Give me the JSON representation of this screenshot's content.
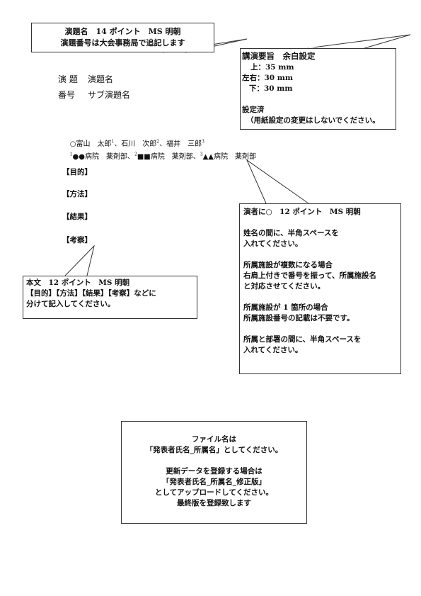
{
  "notes": {
    "title_box": [
      "演題名　14 ポイント　MS 明朝",
      "演題番号は大会事務局で追記します"
    ],
    "margin_box": {
      "heading": "講演要旨　余白設定",
      "top": "上：35 mm",
      "sides": "左右：30 mm",
      "bottom": "下：30 mm",
      "done": "設定済",
      "note": "（用紙設定の変更はしないでください。"
    },
    "author_box": [
      "演者に○　12 ポイント　MS 明朝",
      "",
      "姓名の間に、半角スペースを",
      "入れてください。",
      "",
      "所属施設が複数になる場合",
      "右肩上付きで番号を振って、所属施設名",
      "と対応させてください。",
      "",
      "所属施設が 1 箇所の場合",
      "所属施設番号の記載は不要です。",
      "",
      "所属と部署の間に、半角スペースを",
      "入れてください。"
    ],
    "body_box": [
      "本文　12 ポイント　MS 明朝",
      "【目的】【方法】【結果】【考察】などに",
      "分けて記入してください。"
    ],
    "file_box": [
      "ファイル名は",
      "「発表者氏名_所属名」としてください。",
      "",
      "更新データを登録する場合は",
      "「発表者氏名_所属名_修正版」",
      "としてアップロードしてください。",
      "最終版を登録致します"
    ]
  },
  "document": {
    "title_label": "演 題",
    "title_value": "演題名",
    "number_label": "番号",
    "number_value": "サブ演題名",
    "authors": [
      {
        "prefix": "○",
        "name": "富山　太郎",
        "sup": "1",
        "sep": "、"
      },
      {
        "prefix": "",
        "name": "石川　次郎",
        "sup": "2",
        "sep": "、"
      },
      {
        "prefix": "",
        "name": "福井　三郎",
        "sup": "3",
        "sep": ""
      }
    ],
    "affiliations": [
      {
        "sup": "1",
        "name": "●●病院　薬剤部",
        "sep": "、"
      },
      {
        "sup": "2",
        "name": "■■病院　薬剤部",
        "sep": "、"
      },
      {
        "sup": "3",
        "name": "▲▲病院　薬剤部",
        "sep": ""
      }
    ],
    "sections": [
      "【目的】",
      "【方法】",
      "【結果】",
      "【考察】"
    ]
  }
}
